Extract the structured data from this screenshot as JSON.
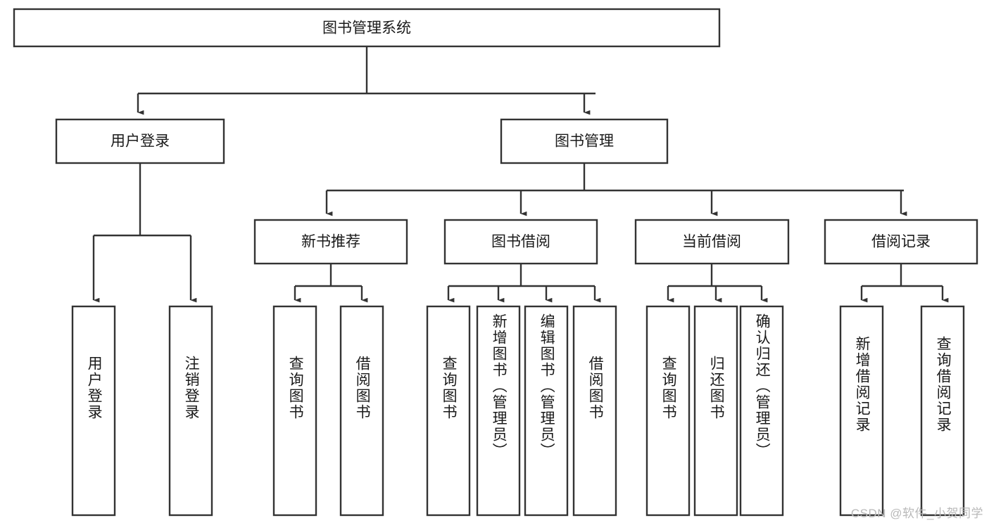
{
  "diagram": {
    "title": "图书管理系统",
    "type": "tree-hierarchy-chart",
    "root": {
      "label": "图书管理系统"
    },
    "level2": [
      {
        "label": "用户登录"
      },
      {
        "label": "图书管理"
      }
    ],
    "level3": [
      {
        "label": "新书推荐"
      },
      {
        "label": "图书借阅"
      },
      {
        "label": "当前借阅"
      },
      {
        "label": "借阅记录"
      }
    ],
    "leaves": {
      "user_login": [
        {
          "label": "用户登录"
        },
        {
          "label": "注销登录"
        }
      ],
      "new_book_recommend": [
        {
          "label": "查询图书"
        },
        {
          "label": "借阅图书"
        }
      ],
      "book_borrow": [
        {
          "label": "查询图书"
        },
        {
          "label": "新增图书（管理员）"
        },
        {
          "label": "编辑图书（管理员）"
        },
        {
          "label": "借阅图书"
        }
      ],
      "current_borrow": [
        {
          "label": "查询图书"
        },
        {
          "label": "归还图书"
        },
        {
          "label": "确认归还（管理员）"
        }
      ],
      "borrow_record": [
        {
          "label": "新增借阅记录"
        },
        {
          "label": "查询借阅记录"
        }
      ]
    }
  },
  "watermark": {
    "text": "CSDN @软件_小贺同学"
  },
  "colors": {
    "box_stroke": "#333333",
    "box_fill": "#ffffff",
    "text": "#1a1a1a",
    "watermark": "#b9b9b9",
    "background": "#ffffff"
  }
}
